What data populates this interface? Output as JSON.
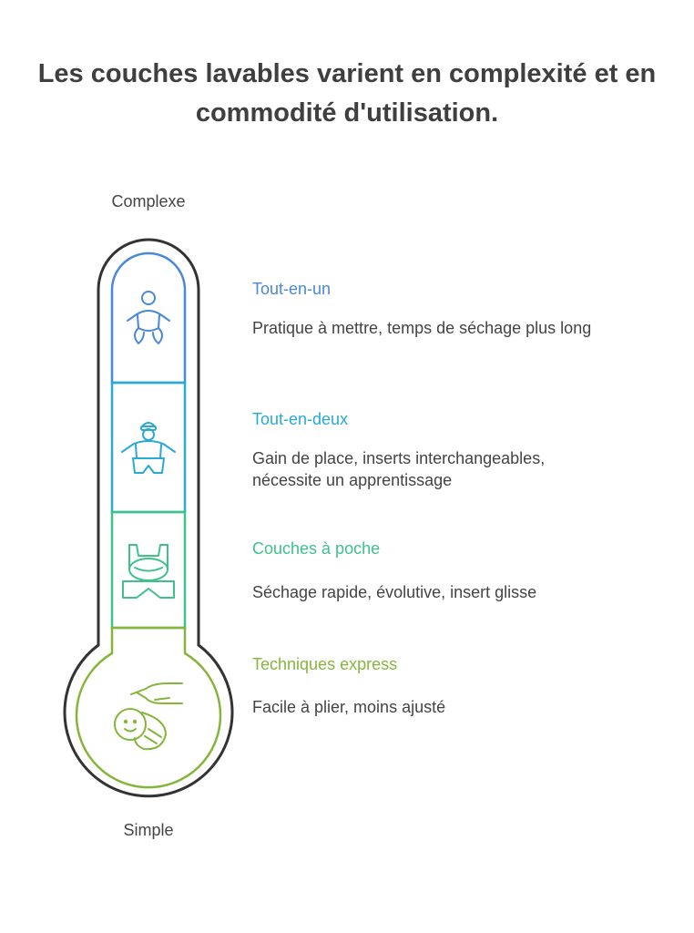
{
  "title": "Les couches lavables varient en complexité et en commodité d'utilisation.",
  "scale": {
    "top_label": "Complexe",
    "bottom_label": "Simple"
  },
  "colors": {
    "outline": "#333333",
    "tout_en_un": "#4a88d8",
    "tout_en_deux": "#2aa9d4",
    "couches_a_poche": "#3ec18a",
    "techniques_express": "#86b53c"
  },
  "items": [
    {
      "title": "Tout-en-un",
      "description": "Pratique à mettre, temps de séchage plus long",
      "icon": "baby-icon",
      "color": "#4a88d8"
    },
    {
      "title": "Tout-en-deux",
      "description": "Gain de place, inserts interchangeables, nécessite un apprentissage",
      "icon": "baby-diaper-icon",
      "color": "#2aa9d4"
    },
    {
      "title": "Couches à poche",
      "description": "Séchage rapide, évolutive, insert glisse",
      "icon": "diaper-pocket-icon",
      "color": "#3ec18a"
    },
    {
      "title": "Techniques express",
      "description": "Facile à plier, moins ajusté",
      "icon": "swaddled-baby-hand-icon",
      "color": "#86b53c"
    }
  ]
}
